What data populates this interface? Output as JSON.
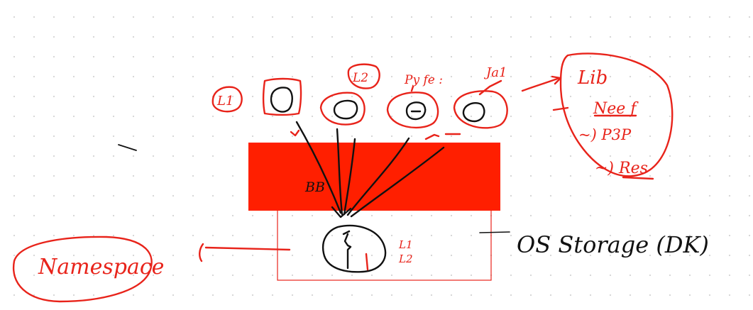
{
  "colors": {
    "ink_red": "#e8231a",
    "ink_black": "#111111",
    "block_fill": "#ff1f00",
    "box_outline": "#f08a84"
  },
  "labels": {
    "l1_top": "L1",
    "l2_top": "L2",
    "python": "Py fe :",
    "java": "Ja1",
    "lib": "Lib",
    "conf": "Nee f",
    "bin": "~) P3P",
    "res": "~) Res",
    "bb": "BB",
    "os_storage": "OS Storage (DK)",
    "stack_l1": "L1",
    "stack_l2": "L2",
    "namespace": "Namespace"
  }
}
